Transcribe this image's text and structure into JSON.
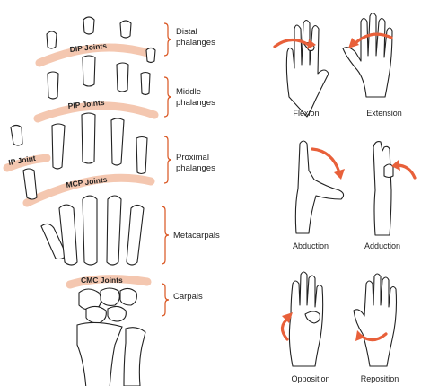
{
  "colors": {
    "band": "#f4c7b0",
    "bracket": "#d9541f",
    "arrow": "#e8603a",
    "ink": "#222222"
  },
  "joints": {
    "dip": "DIP Joints",
    "pip": "PIP Joints",
    "ip": "IP Joint",
    "mcp": "MCP Joints",
    "cmc": "CMC Joints"
  },
  "bone_groups": {
    "distal_1": "Distal",
    "distal_2": "phalanges",
    "middle_1": "Middle",
    "middle_2": "phalanges",
    "proximal_1": "Proximal",
    "proximal_2": "phalanges",
    "metacarpals": "Metacarpals",
    "carpals": "Carpals"
  },
  "movements": {
    "flexion": "Flexion",
    "extension": "Extension",
    "abduction": "Abduction",
    "adduction": "Adduction",
    "opposition": "Opposition",
    "reposition": "Reposition"
  },
  "icons": {
    "hand_skeleton": "hand-skeleton-icon",
    "bracket": "bracket-icon",
    "hand": "hand-icon",
    "arrow": "curved-arrow-icon"
  }
}
